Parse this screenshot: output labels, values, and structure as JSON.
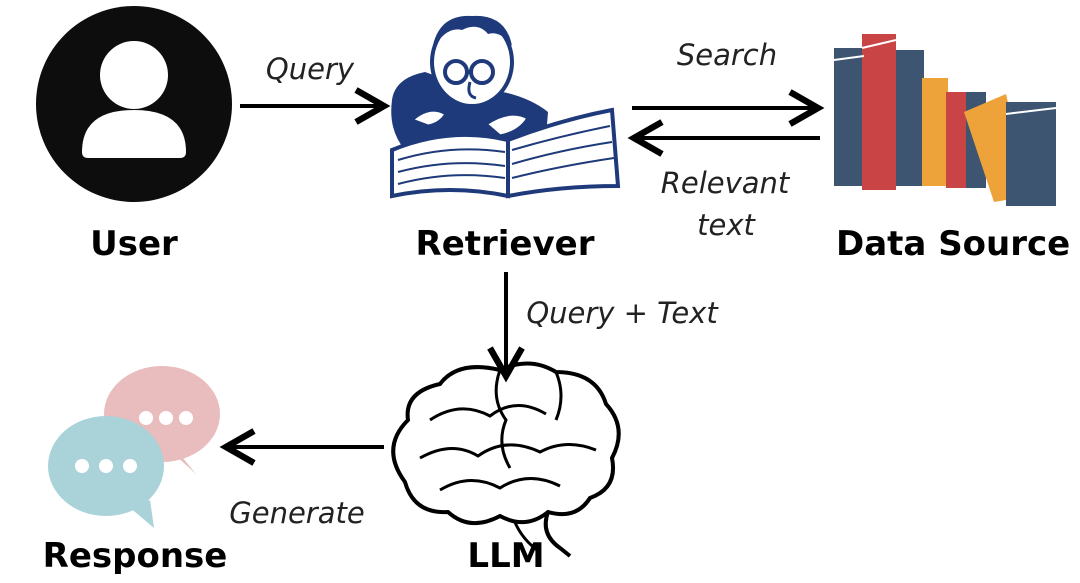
{
  "nodes": {
    "user": {
      "label": "User",
      "icon": "user-icon"
    },
    "retriever": {
      "label": "Retriever",
      "icon": "reading-man-icon"
    },
    "data_source": {
      "label": "Data Source",
      "icon": "books-icon"
    },
    "llm": {
      "label": "LLM",
      "icon": "brain-icon"
    },
    "response": {
      "label": "Response",
      "icon": "chat-bubbles-icon"
    }
  },
  "edges": {
    "query": "Query",
    "search": "Search",
    "relevant_text_line1": "Relevant",
    "relevant_text_line2": "text",
    "query_plus_text": "Query + Text",
    "generate": "Generate"
  },
  "colors": {
    "retriever_ink": "#1f3a7a",
    "book_red": "#c94444",
    "book_navy": "#3d5570",
    "book_orange": "#eea23a",
    "bubble_pink": "#e9bdbd",
    "bubble_teal": "#a9d3d8"
  }
}
